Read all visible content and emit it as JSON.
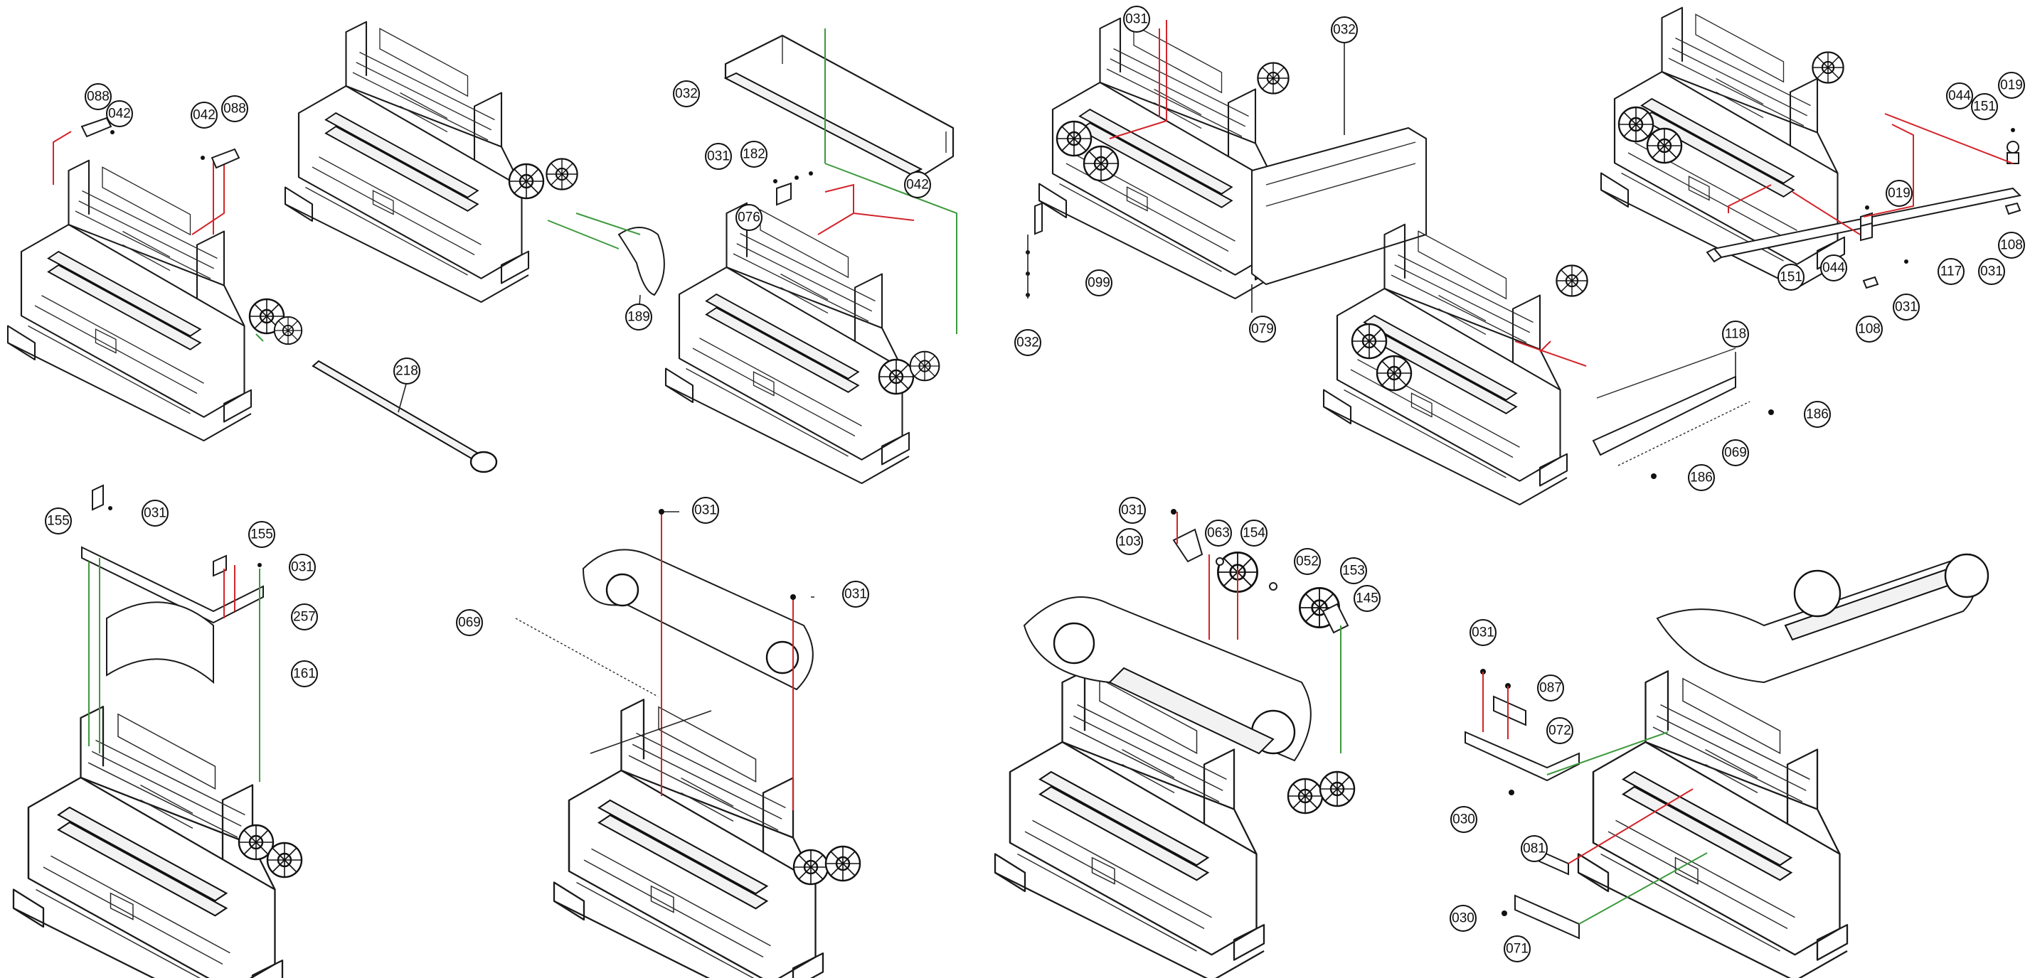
{
  "callouts": [
    {
      "id": "088"
    },
    {
      "id": "042"
    },
    {
      "id": "042"
    },
    {
      "id": "088"
    },
    {
      "id": "218"
    },
    {
      "id": "189"
    },
    {
      "id": "032"
    },
    {
      "id": "031"
    },
    {
      "id": "182"
    },
    {
      "id": "076"
    },
    {
      "id": "042"
    },
    {
      "id": "031"
    },
    {
      "id": "032"
    },
    {
      "id": "099"
    },
    {
      "id": "032"
    },
    {
      "id": "079"
    },
    {
      "id": "044"
    },
    {
      "id": "151"
    },
    {
      "id": "019"
    },
    {
      "id": "019"
    },
    {
      "id": "151"
    },
    {
      "id": "044"
    },
    {
      "id": "031"
    },
    {
      "id": "108"
    },
    {
      "id": "108"
    },
    {
      "id": "117"
    },
    {
      "id": "031"
    },
    {
      "id": "118"
    },
    {
      "id": "186"
    },
    {
      "id": "069"
    },
    {
      "id": "186"
    },
    {
      "id": "155"
    },
    {
      "id": "031"
    },
    {
      "id": "155"
    },
    {
      "id": "031"
    },
    {
      "id": "257"
    },
    {
      "id": "161"
    },
    {
      "id": "031"
    },
    {
      "id": "031"
    },
    {
      "id": "069"
    },
    {
      "id": "031"
    },
    {
      "id": "103"
    },
    {
      "id": "063"
    },
    {
      "id": "154"
    },
    {
      "id": "052"
    },
    {
      "id": "153"
    },
    {
      "id": "145"
    },
    {
      "id": "031"
    },
    {
      "id": "087"
    },
    {
      "id": "072"
    },
    {
      "id": "030"
    },
    {
      "id": "081"
    },
    {
      "id": "030"
    },
    {
      "id": "071"
    }
  ]
}
